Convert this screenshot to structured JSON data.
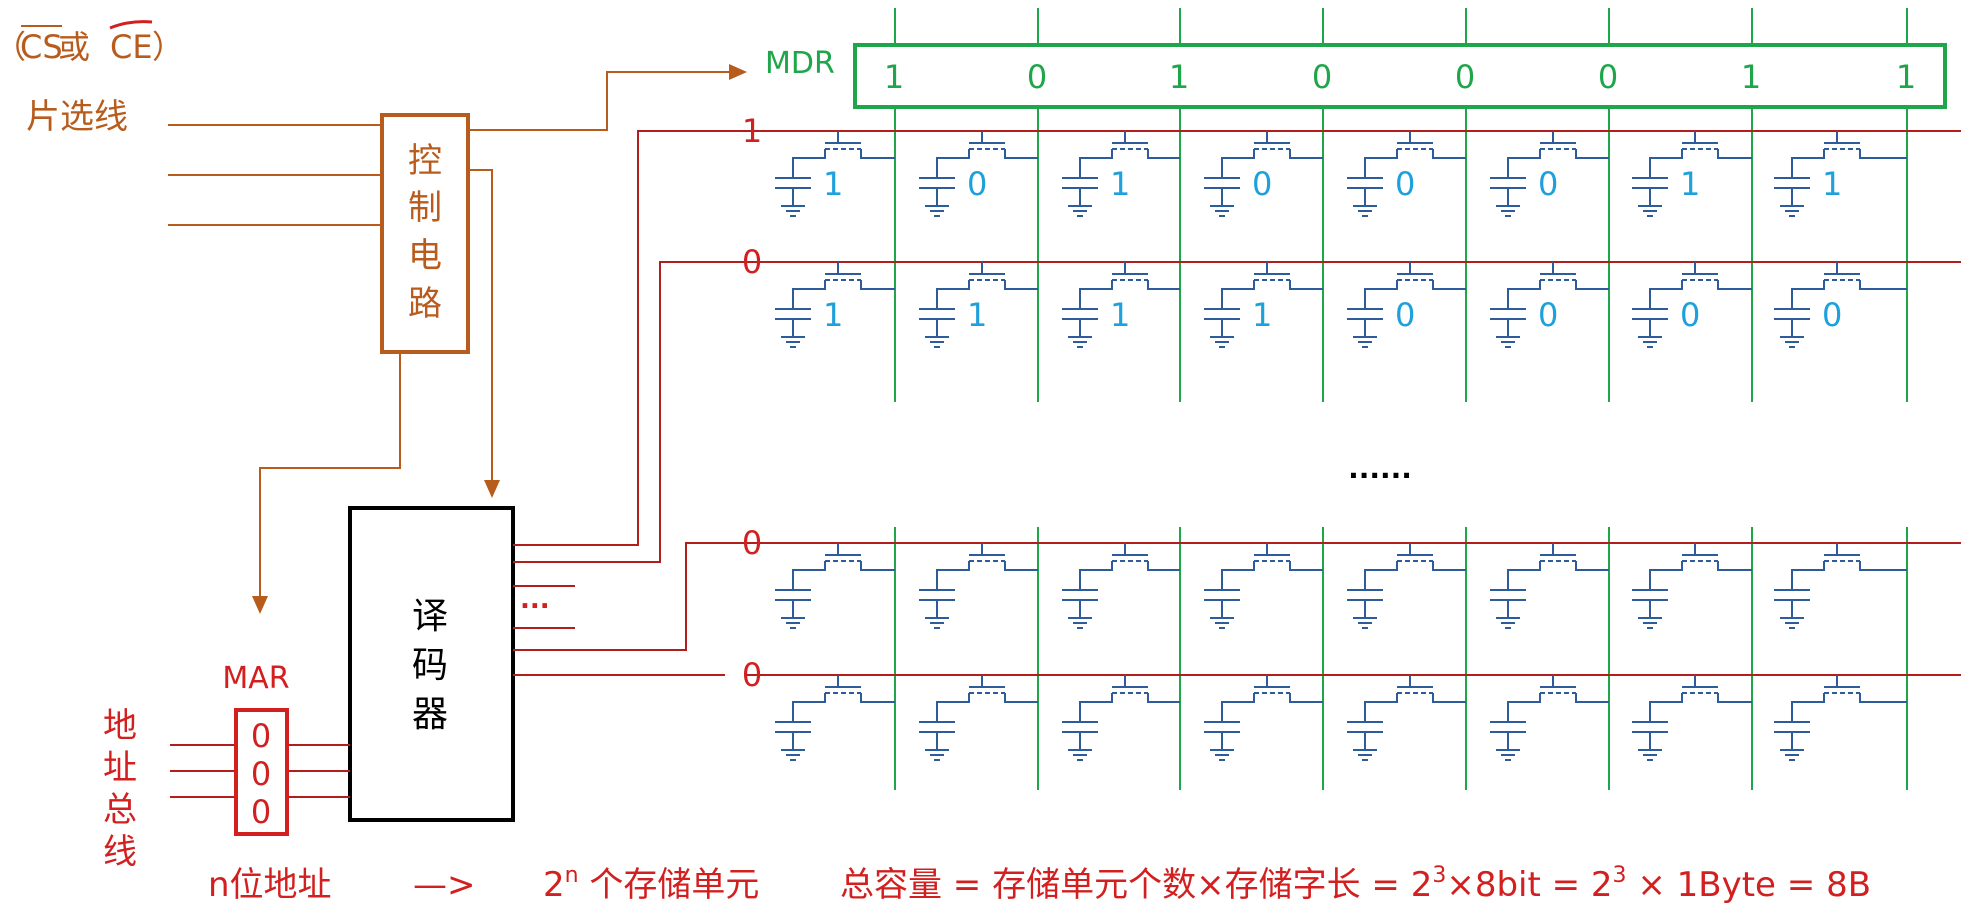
{
  "colors": {
    "brown": "#B85C1E",
    "red": "#D21F1F",
    "green": "#1FA64A",
    "blue": "#2E5C9A",
    "cellText": "#1EA0DC",
    "black": "#000000"
  },
  "chip_select": {
    "notation_prefix": "（",
    "cs": "CS",
    "or": " 或 ",
    "ce": "CE",
    "notation_suffix": "）",
    "label": "片选线"
  },
  "control_circuit": {
    "label_chars": [
      "控",
      "制",
      "电",
      "路"
    ]
  },
  "decoder": {
    "label_chars": [
      "译",
      "码",
      "器"
    ],
    "ellipsis": "..."
  },
  "mar": {
    "label": "MAR",
    "bits": [
      "0",
      "0",
      "0"
    ]
  },
  "address_bus": {
    "label_chars": [
      "地",
      "址",
      "总",
      "线"
    ]
  },
  "mdr": {
    "label": "MDR",
    "bits": [
      "1",
      "0",
      "1",
      "0",
      "0",
      "0",
      "1",
      "1"
    ]
  },
  "word_lines": [
    {
      "select": "1",
      "cells": [
        "1",
        "0",
        "1",
        "0",
        "0",
        "0",
        "1",
        "1"
      ]
    },
    {
      "select": "0",
      "cells": [
        "1",
        "1",
        "1",
        "1",
        "0",
        "0",
        "0",
        "0"
      ]
    },
    {
      "select": "0",
      "cells": [
        "",
        "",
        "",
        "",
        "",
        "",
        "",
        ""
      ]
    },
    {
      "select": "0",
      "cells": [
        "",
        "",
        "",
        "",
        "",
        "",
        "",
        ""
      ]
    }
  ],
  "gap_ellipsis": "......",
  "footer": {
    "n_bits": "n位地址",
    "arrow": "—>",
    "cells_count_base": "2",
    "cells_count_exp": "n",
    "cells_count_text": " 个存储单元",
    "capacity_text_1": "总容量 = 存储单元个数×存储字长 = 2",
    "capacity_exp_1": "3",
    "capacity_text_2": "×8bit = 2",
    "capacity_exp_2": "3",
    "capacity_text_3": " × 1Byte = 8B"
  }
}
